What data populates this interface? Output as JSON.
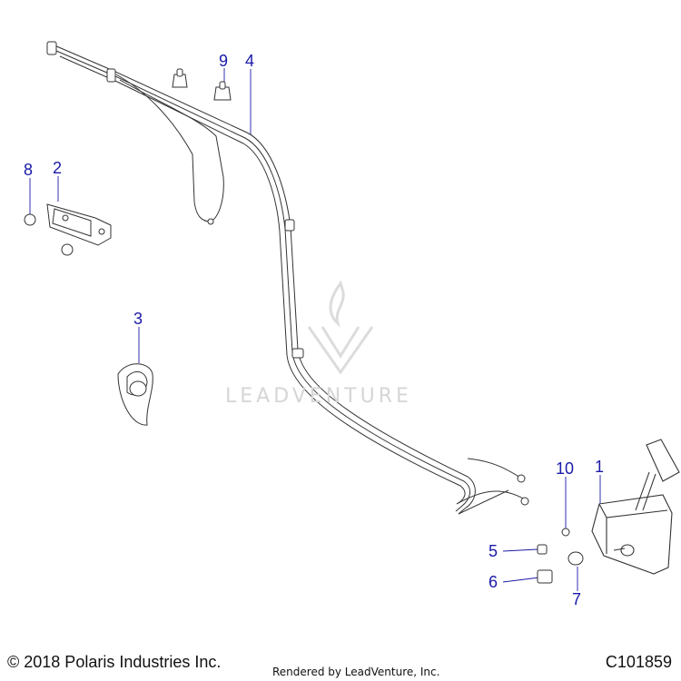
{
  "callouts": {
    "c1": "1",
    "c2": "2",
    "c3": "3",
    "c4": "4",
    "c5": "5",
    "c6": "6",
    "c7": "7",
    "c8": "8",
    "c9": "9",
    "c10": "10"
  },
  "footer": {
    "copyright": "© 2018 Polaris Industries Inc.",
    "rendered_by": "Rendered by LeadVenture, Inc.",
    "code": "C101859"
  },
  "watermark": "LEADVENTURE",
  "colors": {
    "callout": "#1a1aa8",
    "line": "#333333",
    "watermark": "#d6d6d6"
  }
}
